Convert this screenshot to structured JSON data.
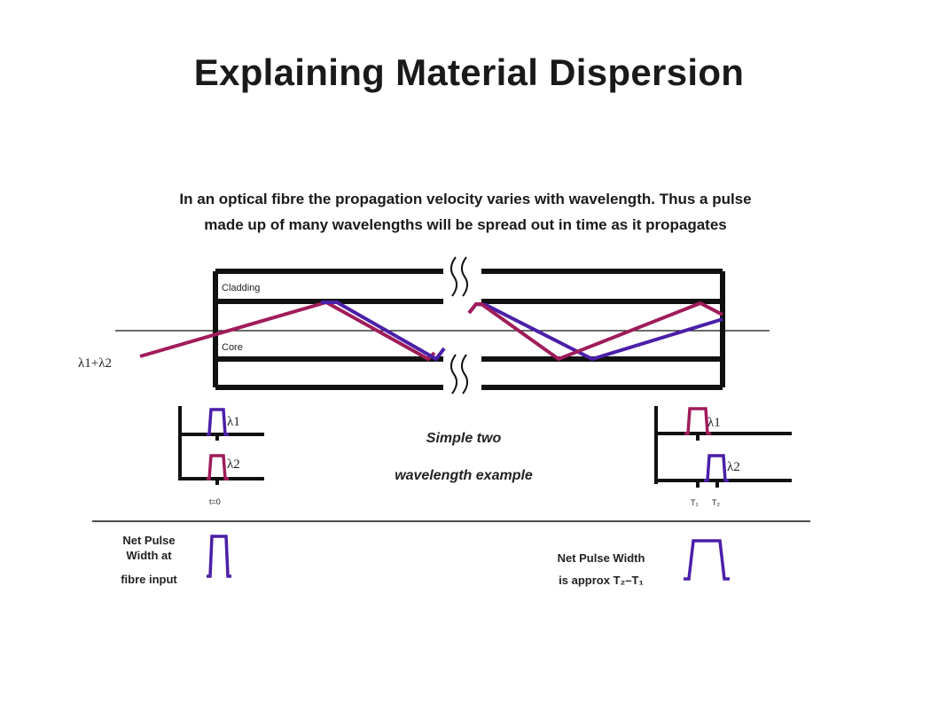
{
  "slide": {
    "title": "Explaining Material Dispersion",
    "intro_line1": "In an optical fibre the propagation velocity varies with wavelength. Thus a pulse",
    "intro_line2": "made up of many wavelengths will be spread out in time as it propagates"
  },
  "fibre": {
    "cladding_label": "Cladding",
    "core_label": "Core",
    "input_label": "λ1+λ2"
  },
  "input_plots": {
    "lambda1_label": "λ1",
    "lambda2_label": "λ2",
    "time_label": "t=0"
  },
  "output_plots": {
    "lambda1_label": "λ1",
    "lambda2_label": "λ2",
    "t1_label": "T₁",
    "t2_label": "T₂"
  },
  "example_caption": {
    "line1": "Simple  two",
    "line2": "wavelength example"
  },
  "net_pulse": {
    "input_line1": "Net Pulse",
    "input_line2": "Width at",
    "input_line3": "fibre input",
    "output_line1": "Net Pulse Width",
    "output_line2": "is approx T₂–T₁"
  },
  "colors": {
    "lambda1": "#4b1fa8",
    "lambda2": "#a01c5a",
    "outline": "#111111"
  }
}
